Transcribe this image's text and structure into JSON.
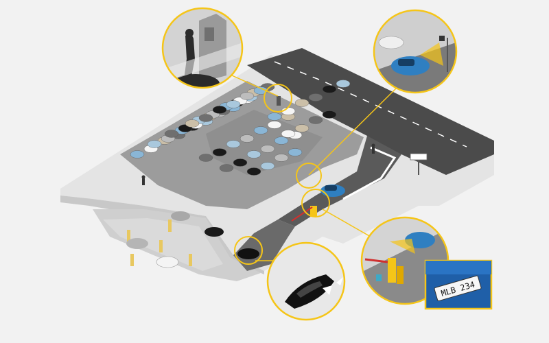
{
  "scene": {
    "colors": {
      "background": "#f2f2f2",
      "ground": "#d9d9d9",
      "road": "#4b4b4b",
      "lot": "#9c9c9c",
      "callout_ring": "#f5c518",
      "highlight_car": "#2f7fc1",
      "plate_strip": "#1f5fa8"
    },
    "callouts": [
      {
        "name": "callout-pay-station",
        "icon": "person-at-pay-station-icon"
      },
      {
        "name": "callout-entry-camera",
        "icon": "camera-icon"
      },
      {
        "name": "callout-barrier-gate",
        "icon": "barrier-gate-icon"
      },
      {
        "name": "callout-ramp-car",
        "icon": "car-icon"
      }
    ],
    "license_plate": {
      "text": "MLB 234"
    }
  }
}
